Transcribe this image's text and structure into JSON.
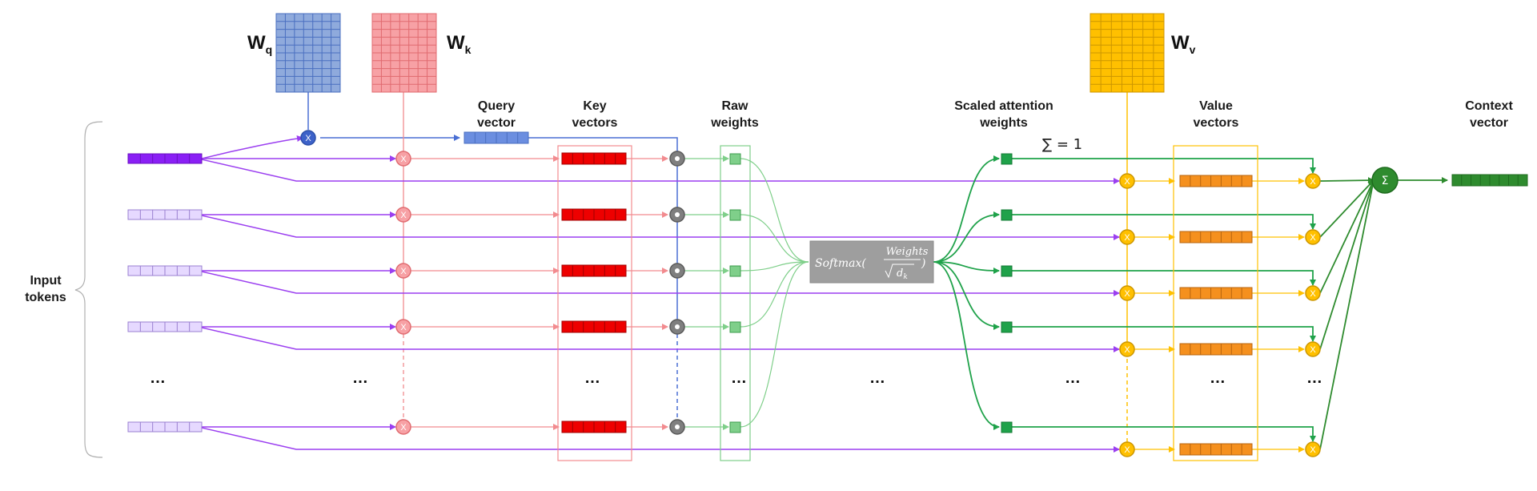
{
  "labels": {
    "input_tokens": [
      "Input",
      "tokens"
    ],
    "query_vector": [
      "Query",
      "vector"
    ],
    "key_vectors": [
      "Key",
      "vectors"
    ],
    "raw_weights": [
      "Raw",
      "weights"
    ],
    "scaled_weights": [
      "Scaled attention",
      "weights"
    ],
    "value_vectors": [
      "Value",
      "vectors"
    ],
    "context_vector": [
      "Context",
      "vector"
    ],
    "sum_eq_1": "∑ = 1"
  },
  "matrices": {
    "wq": {
      "main": "W",
      "sub": "q"
    },
    "wk": {
      "main": "W",
      "sub": "k"
    },
    "wv": {
      "main": "W",
      "sub": "v"
    }
  },
  "softmax": {
    "fn": "Softmax(",
    "numerator": "Weights",
    "denominator": "d",
    "denominator_sub": "k",
    "close": ")"
  },
  "ellipsis": "…",
  "multiply_symbol": "X",
  "sum_symbol": "Σ",
  "colors": {
    "purple": "#9b3ff0",
    "purple_dark": "#8a1ff5",
    "purple_light": "#e6d9ff",
    "blue": "#4a6fd4",
    "blue_fill": "#6b8ee0",
    "wq_fill": "#8faadc",
    "pink": "#f28b8f",
    "wk_fill": "#f7a1a5",
    "red": "#ee0000",
    "gray": "#7f7f7f",
    "light_green": "#7fcf8a",
    "green": "#1fa24a",
    "dark_green": "#2e8b2e",
    "yellow": "#ffc000",
    "orange": "#f5901e"
  }
}
